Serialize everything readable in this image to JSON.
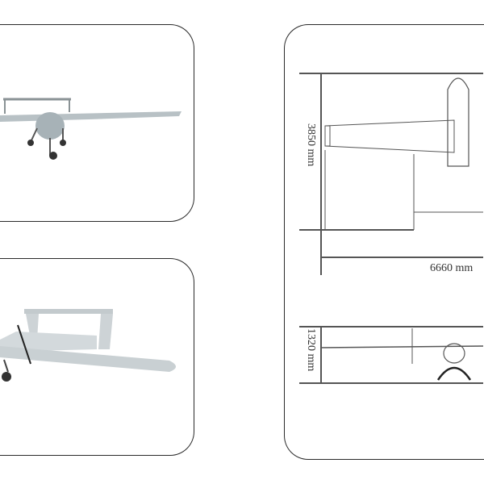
{
  "dimensions": {
    "length_label": "3850 mm",
    "wingspan_label": "6660 mm",
    "height_label": "1320 mm"
  },
  "colors": {
    "border": "#2a2a2a",
    "drone_body": "#c9d0d3",
    "drawing_line": "#555555"
  }
}
